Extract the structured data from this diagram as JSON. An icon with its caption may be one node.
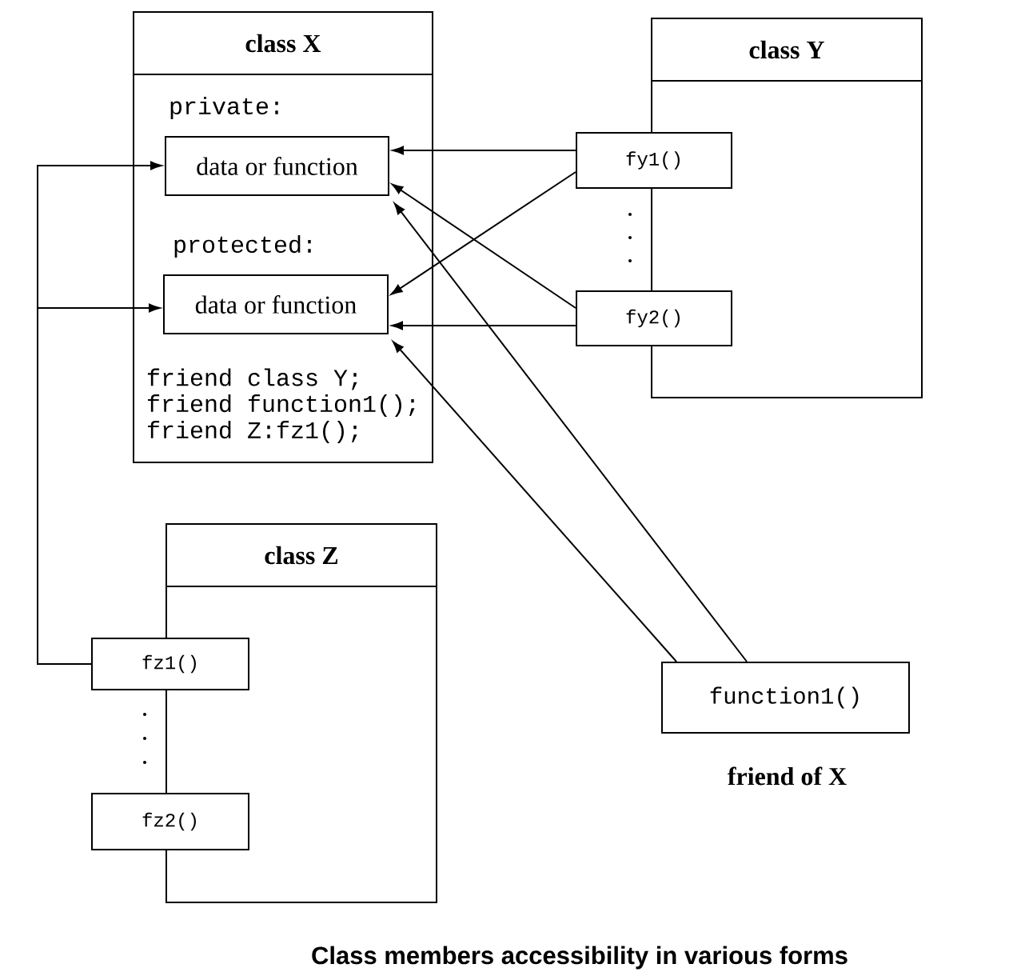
{
  "diagram": {
    "caption": "Class members accessibility in various forms",
    "nodes": [
      {
        "text": [
          "class X",
          "private:",
          "protected:",
          "friend class Y;",
          "friend function1();",
          "friend Z:fz1();"
        ]
      },
      {
        "text": [
          "data or function"
        ],
        "in": 0
      },
      {
        "text": [
          "data or function"
        ],
        "in": 0
      },
      {
        "text": [
          "class Y"
        ]
      },
      {
        "text": [
          "fy1()"
        ]
      },
      {
        "text": [
          "fy2()"
        ]
      },
      {
        "text": [
          "class Z"
        ]
      },
      {
        "text": [
          "fz1()"
        ]
      },
      {
        "text": [
          "fz2()"
        ]
      },
      {
        "text": [
          "function1()"
        ],
        "beside": [
          "friend of X"
        ]
      }
    ],
    "edges": [
      {
        "from": 4,
        "to": 1,
        "arrow": "to"
      },
      {
        "from": 4,
        "to": 2,
        "arrow": "to"
      },
      {
        "from": 5,
        "to": 1,
        "arrow": "to"
      },
      {
        "from": 5,
        "to": 2,
        "arrow": "to"
      },
      {
        "from": 9,
        "to": 1,
        "arrow": "to"
      },
      {
        "from": 9,
        "to": 2,
        "arrow": "to"
      },
      {
        "from": 7,
        "to": 1,
        "arrow": "to"
      },
      {
        "from": 7,
        "to": 2,
        "arrow": "to"
      }
    ]
  }
}
